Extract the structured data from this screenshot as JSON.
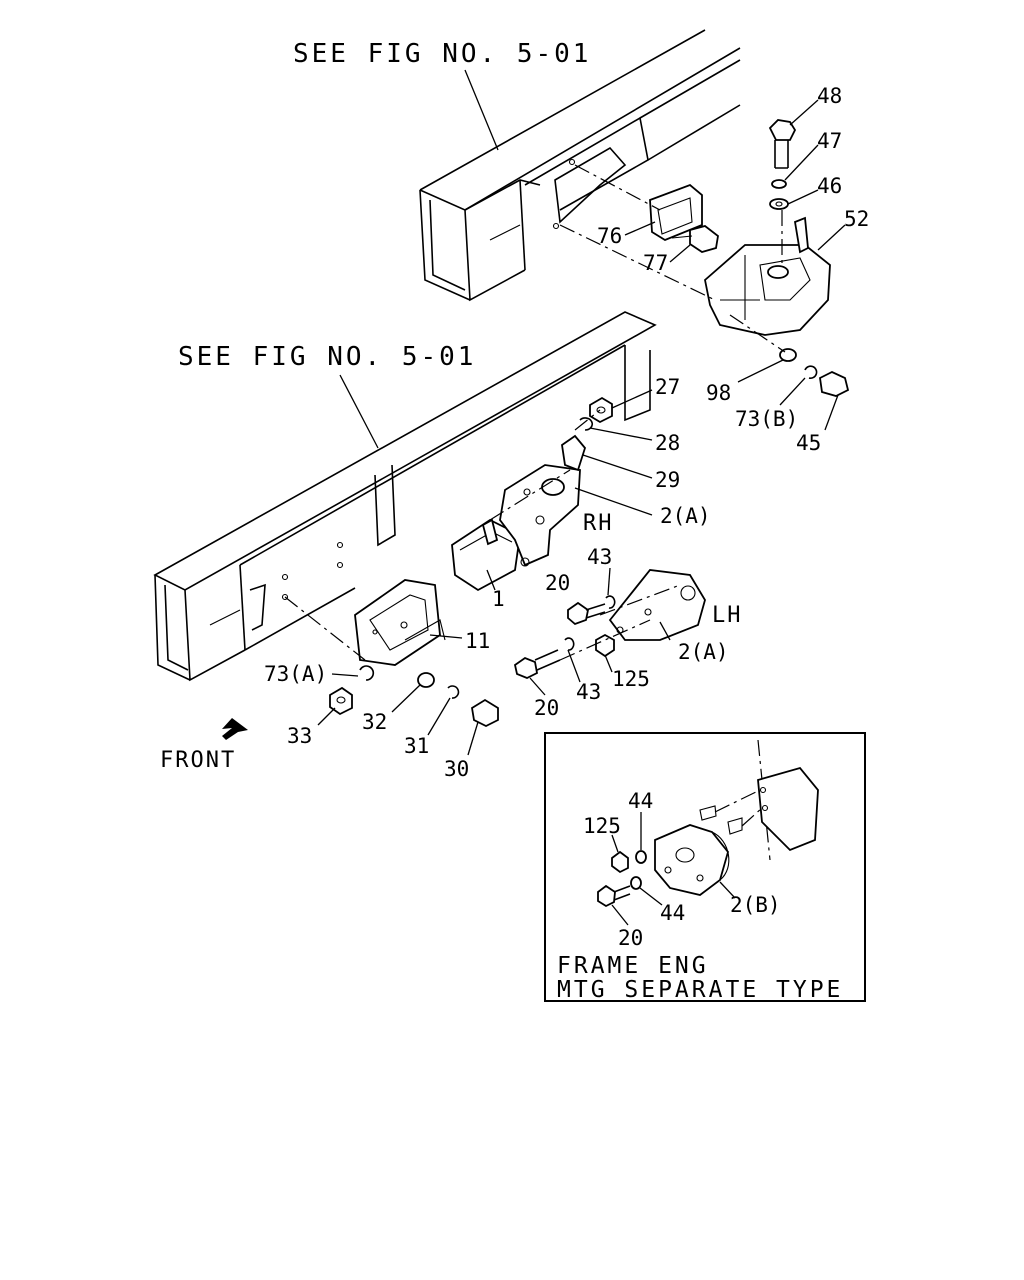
{
  "refs": {
    "see_fig_top": "SEE FIG NO. 5-01",
    "see_fig_mid": "SEE FIG NO. 5-01"
  },
  "side_labels": {
    "rh": "RH",
    "lh": "LH"
  },
  "front_label": "FRONT",
  "callouts": {
    "p48": "48",
    "p47": "47",
    "p46": "46",
    "p52": "52",
    "p76": "76",
    "p77": "77",
    "p98": "98",
    "p73b": "73(B)",
    "p45": "45",
    "p27": "27",
    "p28": "28",
    "p29": "29",
    "p2a_rh": "2(A)",
    "p43_a": "43",
    "p20_a": "20",
    "p2a_lh": "2(A)",
    "p1": "1",
    "p11": "11",
    "p73a": "73(A)",
    "p125": "125",
    "p43_b": "43",
    "p20_b": "20",
    "p33": "33",
    "p32": "32",
    "p31": "31",
    "p30": "30"
  },
  "inset": {
    "title_line1": "FRAME ENG",
    "title_line2": "MTG SEPARATE TYPE",
    "callouts": {
      "p44_a": "44",
      "p125": "125",
      "p2b": "2(B)",
      "p44_b": "44",
      "p20": "20"
    }
  }
}
